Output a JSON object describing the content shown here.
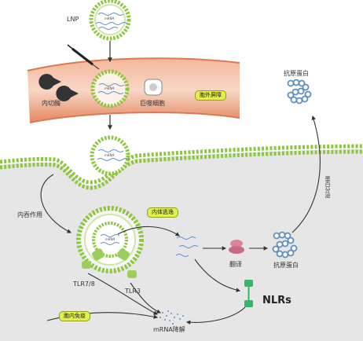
{
  "labels": {
    "lnp": "LNP",
    "mrna": "mRNA",
    "endonuclease": "内切酶",
    "macrophage": "巨噬细胞",
    "extracellular_barrier": "胞外屏障",
    "endocytosis": "内吞作用",
    "endosomal_escape": "内体逃逸",
    "tlr78": "TLR7/8",
    "tlr3": "TLR3",
    "innate_immunity": "胞内免疫",
    "mrna_degradation": "mRNA降解",
    "translation": "翻译",
    "antigen_protein_bottom": "抗原蛋白",
    "antigen_protein_top": "抗原蛋白",
    "protein_secretion": "蛋白分泌",
    "nlrs": "NLRs"
  },
  "colors": {
    "lipid_head": "#8dc63f",
    "lipid_tail": "#b7d98a",
    "mrna": "#5f8fd0",
    "tissue": "#e58d68",
    "tissue_light": "#f8d8c6",
    "cytoplasm": "#e6e6e6",
    "tag_fill": "#e3ef4a",
    "receptor": "#9ccf5a",
    "nlr": "#3bb36b",
    "protein": "#5f8fbf",
    "ribosome": "#d9869b",
    "arrow": "#333333"
  },
  "icons": {
    "syringe": "syringe-icon",
    "enzyme": "pacman-enzyme-icon",
    "macrophage": "macrophage-cell-icon",
    "ribosome": "ribosome-icon",
    "protein": "protein-chain-icon"
  }
}
